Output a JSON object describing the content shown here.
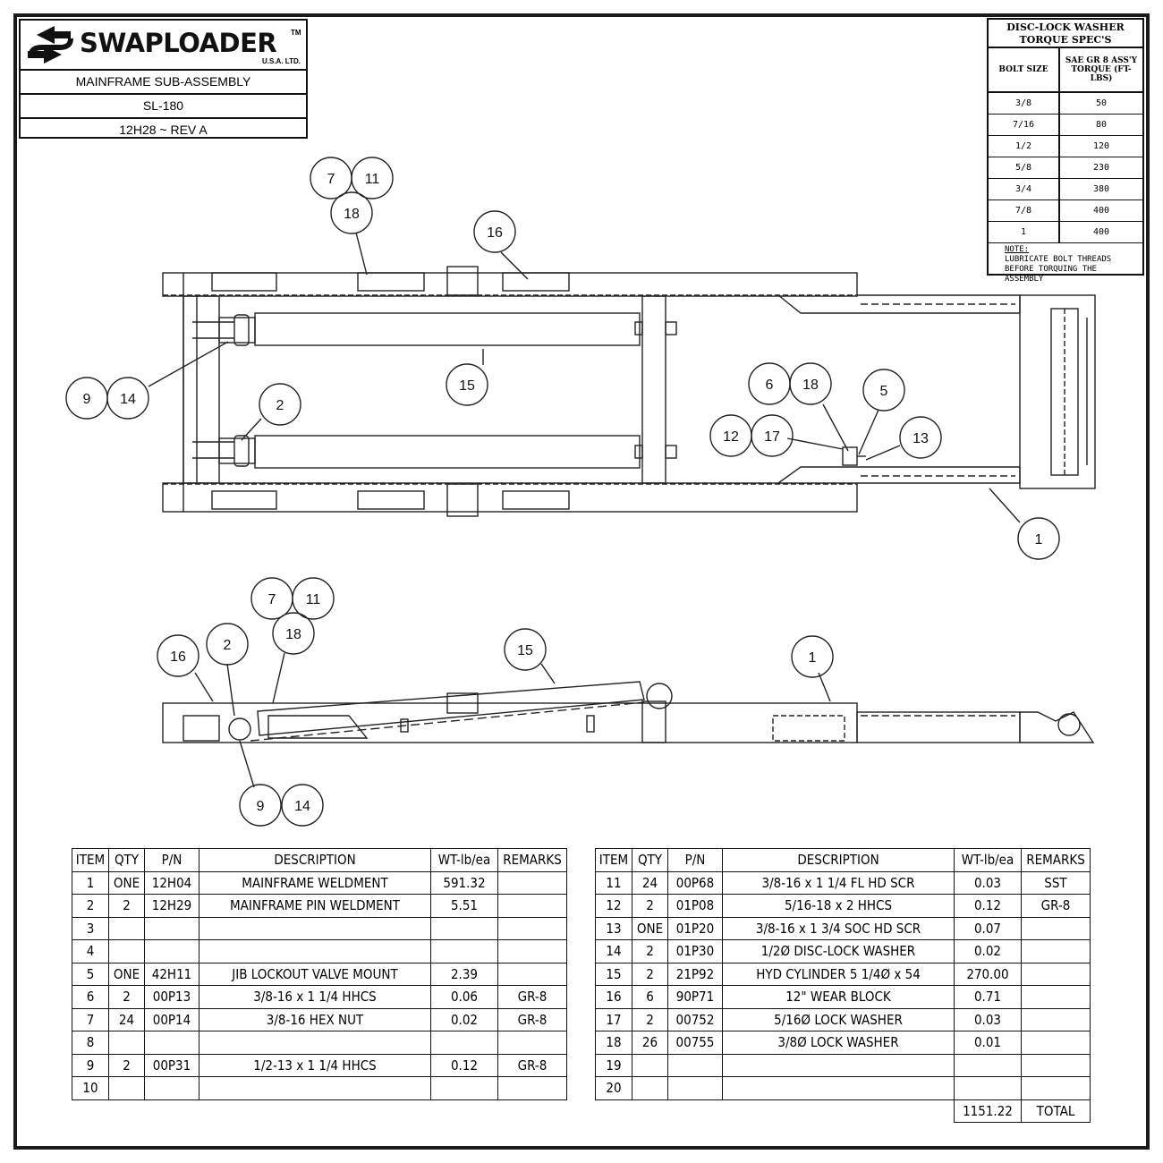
{
  "title_block": {
    "brand": "SWAPLOADER",
    "tm": "TM",
    "brand_sub": "U.S.A.   LTD.",
    "assembly": "MAINFRAME SUB-ASSEMBLY",
    "model": "SL-180",
    "drawing_no": "12H28 ~ REV A"
  },
  "torque_spec": {
    "title_line1": "DISC-LOCK WASHER",
    "title_line2": "TORQUE SPEC'S",
    "col1": "BOLT SIZE",
    "col2": "SAE GR 8 ASS'Y TORQUE (FT-LBS)",
    "rows": [
      {
        "size": "3/8",
        "torque": "50"
      },
      {
        "size": "7/16",
        "torque": "80"
      },
      {
        "size": "1/2",
        "torque": "120"
      },
      {
        "size": "5/8",
        "torque": "230"
      },
      {
        "size": "3/4",
        "torque": "380"
      },
      {
        "size": "7/8",
        "torque": "400"
      },
      {
        "size": "1",
        "torque": "400"
      }
    ],
    "note_label": "NOTE:",
    "note_text": "LUBRICATE BOLT THREADS BEFORE TORQUING THE ASSEMBLY"
  },
  "balloons_top": [
    {
      "id": "b7-top",
      "label": "7"
    },
    {
      "id": "b11-top",
      "label": "11"
    },
    {
      "id": "b18-top",
      "label": "18"
    },
    {
      "id": "b16-top",
      "label": "16"
    },
    {
      "id": "b9-top",
      "label": "9"
    },
    {
      "id": "b14-top",
      "label": "14"
    },
    {
      "id": "b15-top",
      "label": "15"
    },
    {
      "id": "b2-top",
      "label": "2"
    },
    {
      "id": "b6-top",
      "label": "6"
    },
    {
      "id": "b18b-top",
      "label": "18"
    },
    {
      "id": "b5-top",
      "label": "5"
    },
    {
      "id": "b12-top",
      "label": "12"
    },
    {
      "id": "b17-top",
      "label": "17"
    },
    {
      "id": "b13-top",
      "label": "13"
    },
    {
      "id": "b1-top",
      "label": "1"
    }
  ],
  "balloons_side": [
    {
      "id": "b7-side",
      "label": "7"
    },
    {
      "id": "b11-side",
      "label": "11"
    },
    {
      "id": "b18-side",
      "label": "18"
    },
    {
      "id": "b16-side",
      "label": "16"
    },
    {
      "id": "b2-side",
      "label": "2"
    },
    {
      "id": "b15-side",
      "label": "15"
    },
    {
      "id": "b1-side",
      "label": "1"
    },
    {
      "id": "b9-side",
      "label": "9"
    },
    {
      "id": "b14-side",
      "label": "14"
    }
  ],
  "bom": {
    "headers": [
      "ITEM",
      "QTY",
      "P/N",
      "DESCRIPTION",
      "WT-lb/ea",
      "REMARKS"
    ],
    "left": [
      [
        "1",
        "ONE",
        "12H04",
        "MAINFRAME WELDMENT",
        "591.32",
        ""
      ],
      [
        "2",
        "2",
        "12H29",
        "MAINFRAME PIN WELDMENT",
        "5.51",
        ""
      ],
      [
        "3",
        "",
        "",
        "",
        "",
        ""
      ],
      [
        "4",
        "",
        "",
        "",
        "",
        ""
      ],
      [
        "5",
        "ONE",
        "42H11",
        "JIB LOCKOUT VALVE MOUNT",
        "2.39",
        ""
      ],
      [
        "6",
        "2",
        "00P13",
        "3/8-16 x 1 1/4 HHCS",
        "0.06",
        "GR-8"
      ],
      [
        "7",
        "24",
        "00P14",
        "3/8-16 HEX NUT",
        "0.02",
        "GR-8"
      ],
      [
        "8",
        "",
        "",
        "",
        "",
        ""
      ],
      [
        "9",
        "2",
        "00P31",
        "1/2-13 x 1 1/4 HHCS",
        "0.12",
        "GR-8"
      ],
      [
        "10",
        "",
        "",
        "",
        "",
        ""
      ]
    ],
    "right": [
      [
        "11",
        "24",
        "00P68",
        "3/8-16 x 1 1/4 FL HD SCR",
        "0.03",
        "SST"
      ],
      [
        "12",
        "2",
        "01P08",
        "5/16-18 x 2 HHCS",
        "0.12",
        "GR-8"
      ],
      [
        "13",
        "ONE",
        "01P20",
        "3/8-16 x 1 3/4 SOC HD SCR",
        "0.07",
        ""
      ],
      [
        "14",
        "2",
        "01P30",
        "1/2Ø DISC-LOCK WASHER",
        "0.02",
        ""
      ],
      [
        "15",
        "2",
        "21P92",
        "HYD CYLINDER 5 1/4Ø x 54",
        "270.00",
        ""
      ],
      [
        "16",
        "6",
        "90P71",
        "12\" WEAR BLOCK",
        "0.71",
        ""
      ],
      [
        "17",
        "2",
        "00752",
        "5/16Ø LOCK WASHER",
        "0.03",
        ""
      ],
      [
        "18",
        "26",
        "00755",
        "3/8Ø LOCK WASHER",
        "0.01",
        ""
      ],
      [
        "19",
        "",
        "",
        "",
        "",
        ""
      ],
      [
        "20",
        "",
        "",
        "",
        "",
        ""
      ]
    ],
    "total_value": "1151.22",
    "total_label": "TOTAL"
  }
}
